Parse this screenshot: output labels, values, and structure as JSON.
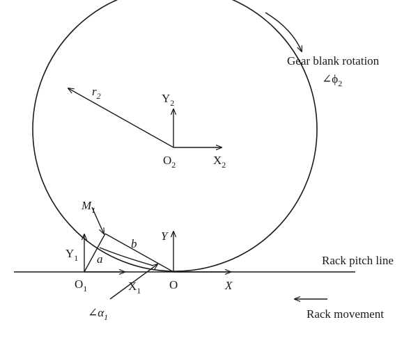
{
  "labels": {
    "gear_blank_rotation": "Gear blank rotation",
    "phi2_angle": "∠ϕ",
    "phi2_sub": "2",
    "r2": "r",
    "r2_sub": "2",
    "Y2": "Y",
    "Y2_sub": "2",
    "O2": "O",
    "O2_sub": "2",
    "X2": "X",
    "X2_sub": "2",
    "M1": "M",
    "M1_sub": "1",
    "b": "b",
    "Y": "Y",
    "Y1": "Y",
    "Y1_sub": "1",
    "a": "a",
    "rack_pitch_line": "Rack pitch line",
    "O1": "O",
    "O1_sub": "1",
    "X1": "X",
    "X1_sub": "1",
    "O": "O",
    "X": "X",
    "alpha1_angle": "∠α",
    "alpha1_sub": "1",
    "rack_movement": "Rack movement"
  }
}
